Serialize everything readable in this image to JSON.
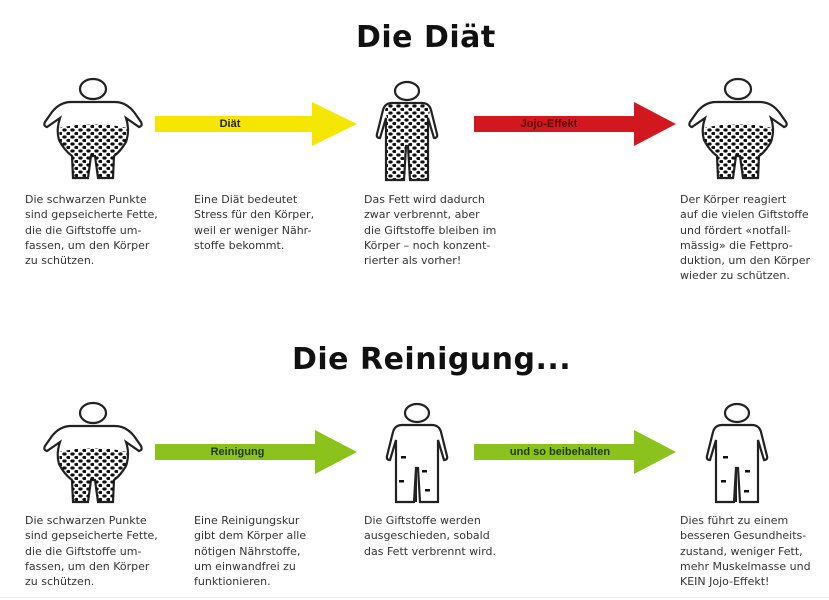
{
  "sections": [
    {
      "title": "Die Diät",
      "stages": [
        {
          "figure": "fat-body-full-of-dots",
          "text": "Die schwarzen Punkte\nsind gepseicherte Fette,\ndie die Giftstoffe um-\nfassen, um den Körper\nzu schützen."
        },
        {
          "figure": "thin-body-full-of-dots",
          "text": "Das Fett wird dadurch\nzwar verbrennt, aber\ndie Giftstoffe bleiben im\nKörper – noch konzent-\nrierter als vorher!"
        },
        {
          "figure": "fat-body-full-of-dots",
          "text": "Der Körper reagiert\nauf die vielen Giftstoffe\nund fördert «notfall-\nmässig» die Fettpro-\nduktion, um den Körper\nwieder zu schützen."
        }
      ],
      "arrows": [
        {
          "label": "Diät",
          "color": "#f5e600",
          "text": "Eine Diät bedeutet\nStress für den Körper,\nweil er weniger Nähr-\nstoffe bekommt."
        },
        {
          "label": "Jojo-Effekt",
          "color": "#d3171e",
          "text": ""
        }
      ]
    },
    {
      "title": "Die Reinigung...",
      "stages": [
        {
          "figure": "fat-body-full-of-dots",
          "text": "Die schwarzen Punkte\nsind gepseicherte Fette,\ndie die Giftstoffe um-\nfassen, um den Körper\nzu schützen."
        },
        {
          "figure": "thin-body-few-dots",
          "text": "Die Giftstoffe werden\nausgeschieden, sobald\ndas Fett verbrennt wird."
        },
        {
          "figure": "thin-body-few-dots",
          "text": "Dies führt zu einem\nbesseren Gesundheits-\nzustand, weniger Fett,\nmehr Muskelmasse und\nKEIN Jojo-Effekt!"
        }
      ],
      "arrows": [
        {
          "label": "Reinigung",
          "color": "#8cc21c",
          "text": "Eine Reinigungskur\ngibt dem Körper alle\nnötigen Nährstoffe,\num einwandfrei zu\nfunktionieren."
        },
        {
          "label": "und so beibehalten",
          "color": "#8cc21c",
          "text": ""
        }
      ]
    }
  ]
}
